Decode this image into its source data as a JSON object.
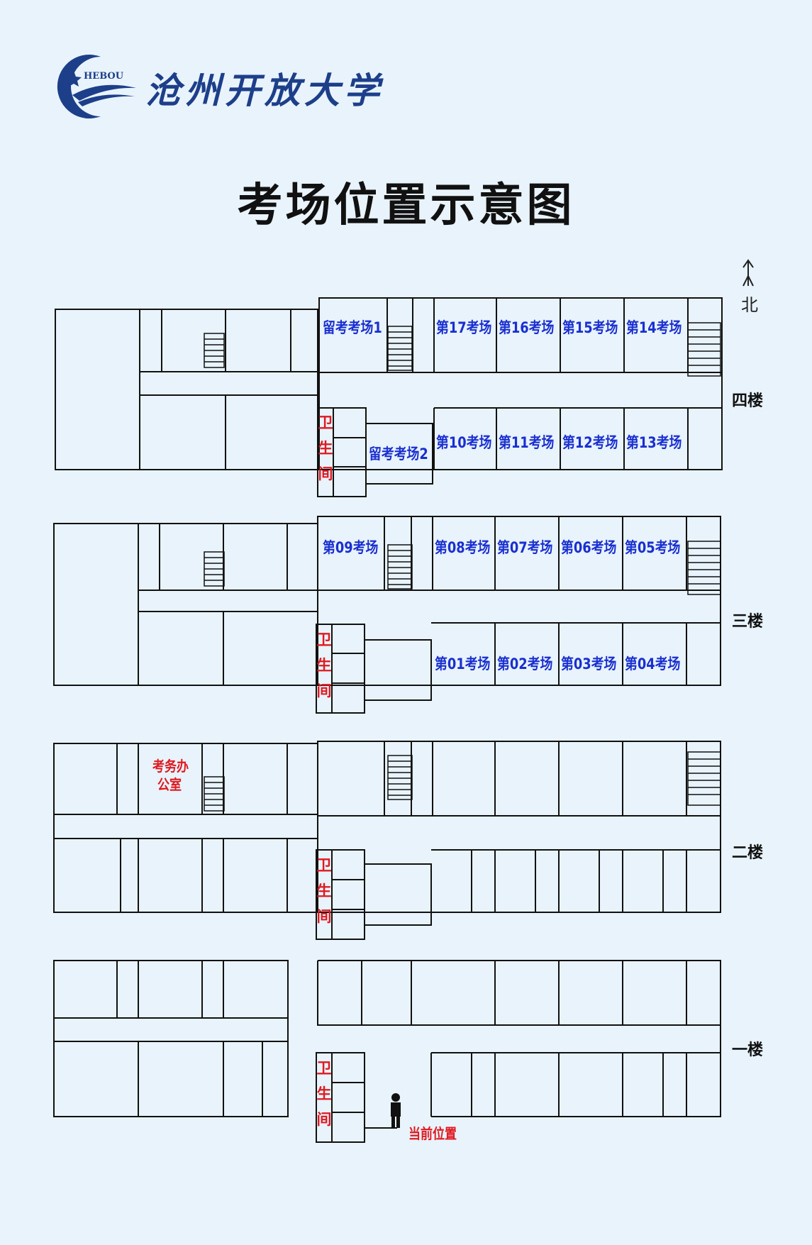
{
  "logo": {
    "cn": "沧州开放大学",
    "en": "HEBOU"
  },
  "title": "考场位置示意图",
  "north": "北",
  "floors": {
    "f4": {
      "label": "四楼",
      "top_rooms": [
        "留考考场1",
        "第17考场",
        "第16考场",
        "第15考场",
        "第14考场"
      ],
      "bottom_rooms": [
        "留考考场2",
        "第10考场",
        "第11考场",
        "第12考场",
        "第13考场"
      ],
      "wc": [
        "卫",
        "生",
        "间"
      ]
    },
    "f3": {
      "label": "三楼",
      "top_rooms": [
        "第09考场",
        "第08考场",
        "第07考场",
        "第06考场",
        "第05考场"
      ],
      "bottom_rooms": [
        "第01考场",
        "第02考场",
        "第03考场",
        "第04考场"
      ],
      "wc": [
        "卫",
        "生",
        "间"
      ]
    },
    "f2": {
      "label": "二楼",
      "office": [
        "考务办",
        "公室"
      ],
      "wc": [
        "卫",
        "生",
        "间"
      ]
    },
    "f1": {
      "label": "一楼",
      "wc": [
        "卫",
        "生",
        "间"
      ],
      "current": "当前位置"
    }
  },
  "colors": {
    "background": "#e8f3fb",
    "room_label": "#1a2fd0",
    "highlight": "#e0191f",
    "wall": "#111111"
  }
}
